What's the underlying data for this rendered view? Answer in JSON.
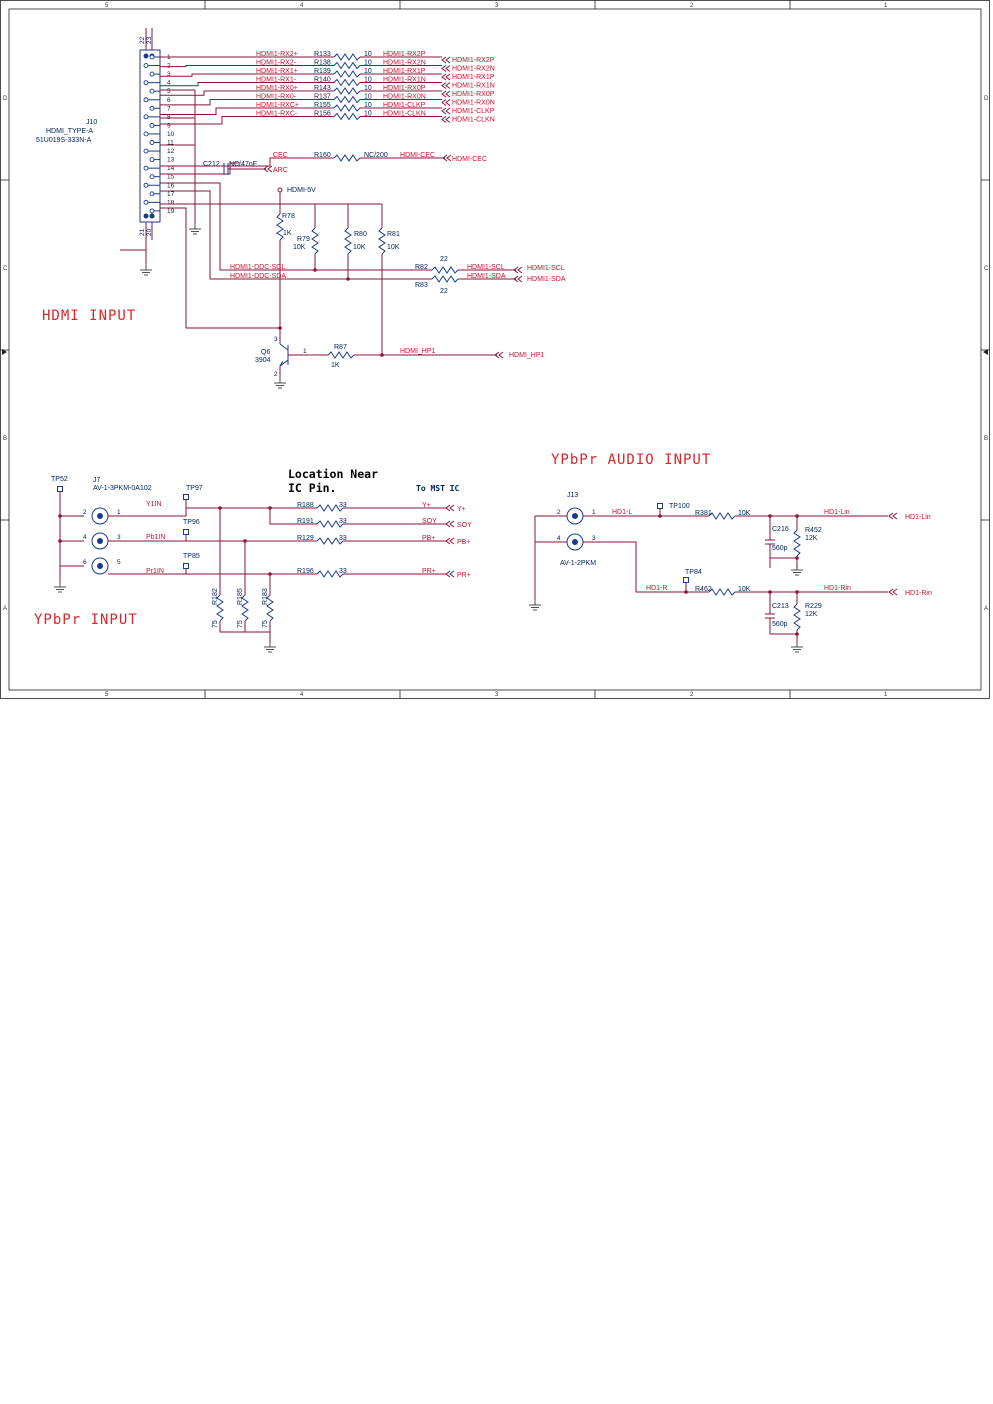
{
  "colors": {
    "wire": "#8a1538",
    "net": "#c8102e",
    "part": "#1a3a8f",
    "label": "#00205b",
    "title": "#d7262c",
    "frame": "#222222"
  },
  "frame": {
    "cols": [
      "5",
      "4",
      "3",
      "2",
      "1"
    ],
    "rows": [
      "D",
      "C",
      "B",
      "A"
    ]
  },
  "hdmi": {
    "title": "HDMI INPUT",
    "connector": {
      "ref": "J10",
      "type": "HDMI_TYPE-A",
      "part": "51U019S-333N-A",
      "pins": [
        "1",
        "2",
        "3",
        "4",
        "5",
        "6",
        "7",
        "8",
        "9",
        "10",
        "11",
        "12",
        "13",
        "14",
        "15",
        "16",
        "17",
        "18",
        "19"
      ],
      "shell_top": [
        "22",
        "23"
      ],
      "shell_bottom": [
        "21",
        "20"
      ]
    },
    "rx_nets_left": [
      "HDMI1-RX2+",
      "HDMI1-RX2-",
      "HDMI1-RX1+",
      "HDMI1-RX1-",
      "HDMI1-RX0+",
      "HDMI1-RX0-",
      "HDMI1-RXC+",
      "HDMI1-RXC-"
    ],
    "rx_refs": [
      "R133",
      "R138",
      "R139",
      "R140",
      "R143",
      "R137",
      "R155",
      "R156"
    ],
    "rx_values": [
      "10",
      "10",
      "10",
      "10",
      "10",
      "10",
      "10",
      "10"
    ],
    "rx_nets_mid": [
      "HDMI1-RX2P",
      "HDMI1-RX2N",
      "HDMI1-RX1P",
      "HDMI1-RX1N",
      "HDMI1-RX0P",
      "HDMI1-RX0N",
      "HDMI1-CLKP",
      "HDMI1-CLKN"
    ],
    "rx_ports": [
      "HDMI1-RX2P",
      "HDMI1-RX2N",
      "HDMI1-RX1P",
      "HDMI1-RX1N",
      "HDMI1-RX0P",
      "HDMI1-RX0N",
      "HDMI1-CLKP",
      "HDMI1-CLKN"
    ],
    "cec": {
      "net_left": "CEC",
      "ref": "R160",
      "value": "NC/200",
      "net_mid": "HDMI-CEC",
      "port": "HDMI-CEC"
    },
    "arc": {
      "cap_ref": "C212",
      "cap_value": "NC/47nF",
      "net": "ARC"
    },
    "hdmi5v": "HDMI-5V",
    "pullups": [
      {
        "ref": "R78",
        "value": "1K"
      },
      {
        "ref": "R79",
        "value": "10K"
      },
      {
        "ref": "R80",
        "value": "10K"
      },
      {
        "ref": "R81",
        "value": "10K"
      }
    ],
    "ddc": {
      "scl_left": "HDMI1-DDC-SCL",
      "sda_left": "HDMI1-DDC-SDA",
      "scl_ref": "R82",
      "sda_ref": "R83",
      "scl_value": "22",
      "sda_value": "22",
      "scl_mid": "HDMI1-SCL",
      "sda_mid": "HDMI1-SDA",
      "scl_port": "HDMI1-SCL",
      "sda_port": "HDMI1-SDA"
    },
    "hp": {
      "q_ref": "Q6",
      "q_part": "3904",
      "q_pins": [
        "1",
        "2",
        "3"
      ],
      "r_ref": "R87",
      "r_value": "1K",
      "net": "HDMI_HP1",
      "port": "HDMI_HP1"
    }
  },
  "ypbpr": {
    "title": "YPbPr INPUT",
    "note": [
      "Location Near",
      "IC Pin."
    ],
    "to_mst": "To MST IC",
    "tp_gnd": "TP52",
    "jack": {
      "ref": "J7",
      "part": "AV-1-3PKM-0A102",
      "pins_left": [
        "2",
        "4",
        "6"
      ],
      "pins_right": [
        "1",
        "3",
        "5"
      ]
    },
    "tps": [
      "TP97",
      "TP96",
      "TP85"
    ],
    "in_nets": [
      "Y1IN",
      "Pb1IN",
      "Pr1IN"
    ],
    "series": [
      {
        "ref": "R188",
        "value": "33",
        "net": "Y+",
        "port": "Y+"
      },
      {
        "ref": "R191",
        "value": "33",
        "net": "SOY",
        "port": "SOY"
      },
      {
        "ref": "R129",
        "value": "33",
        "net": "PB+",
        "port": "PB+"
      },
      {
        "ref": "R196",
        "value": "33",
        "net": "PR+",
        "port": "PR+"
      }
    ],
    "terms": [
      {
        "ref": "R182",
        "value": "75"
      },
      {
        "ref": "R185",
        "value": "75"
      },
      {
        "ref": "R183",
        "value": "75"
      }
    ]
  },
  "audio": {
    "title": "YPbPr AUDIO INPUT",
    "jack": {
      "ref": "J13",
      "part": "AV-1-2PKM",
      "pins_left": [
        "2",
        "4"
      ],
      "pins_right": [
        "1",
        "3"
      ]
    },
    "left": {
      "net": "HD1-L",
      "tp": "TP100",
      "r_ref": "R381",
      "r_value": "10K",
      "c_ref": "C216",
      "c_value": "560p",
      "rp_ref": "R452",
      "rp_value": "12K",
      "out_net": "HD1-Lin",
      "port": "HD1-Lin"
    },
    "right": {
      "net": "HD1-R",
      "tp": "TP84",
      "r_ref": "R462",
      "r_value": "10K",
      "c_ref": "C213",
      "c_value": "560p",
      "rp_ref": "R229",
      "rp_value": "12K",
      "out_net": "HD1-Rin",
      "port": "HD1-Rin"
    }
  }
}
